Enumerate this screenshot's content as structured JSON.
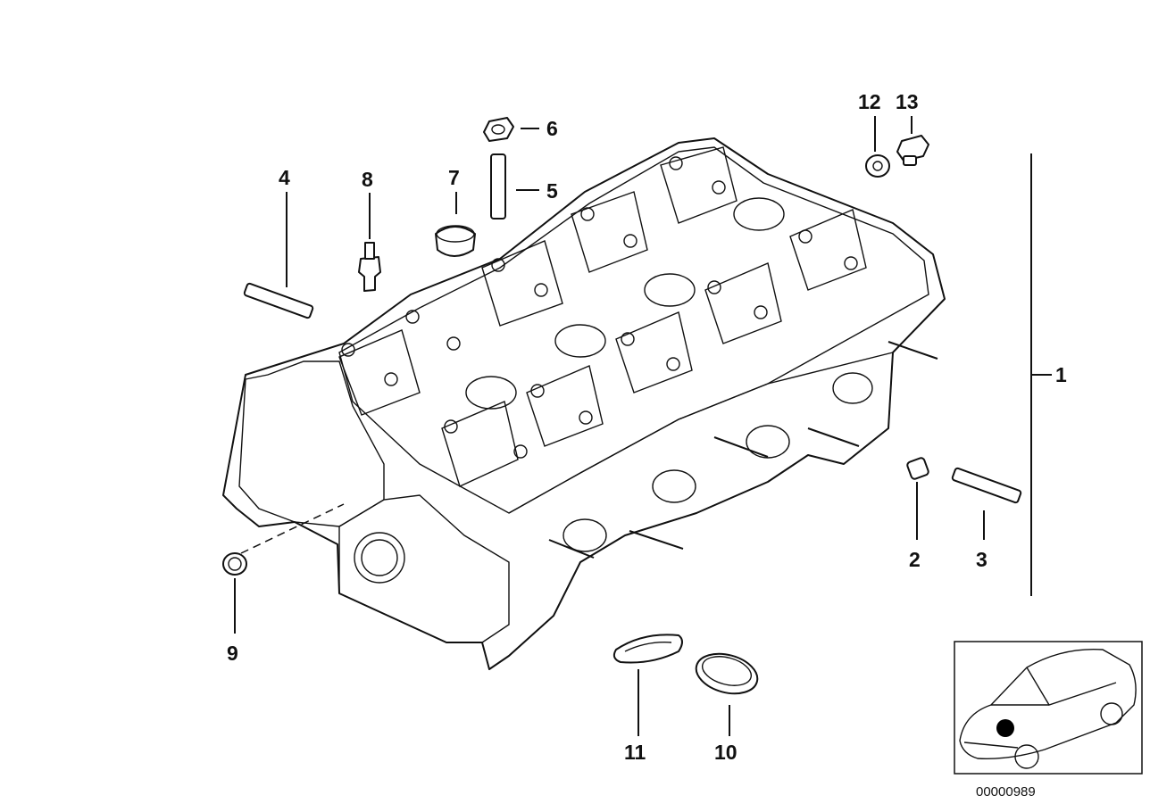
{
  "diagram": {
    "callouts": [
      {
        "id": "1",
        "label": "1"
      },
      {
        "id": "2",
        "label": "2"
      },
      {
        "id": "3",
        "label": "3"
      },
      {
        "id": "4",
        "label": "4"
      },
      {
        "id": "5",
        "label": "5"
      },
      {
        "id": "6",
        "label": "6"
      },
      {
        "id": "7",
        "label": "7"
      },
      {
        "id": "8",
        "label": "8"
      },
      {
        "id": "9",
        "label": "9"
      },
      {
        "id": "10",
        "label": "10"
      },
      {
        "id": "11",
        "label": "11"
      },
      {
        "id": "12",
        "label": "12"
      },
      {
        "id": "13",
        "label": "13"
      }
    ],
    "reference_number": "00000989"
  }
}
